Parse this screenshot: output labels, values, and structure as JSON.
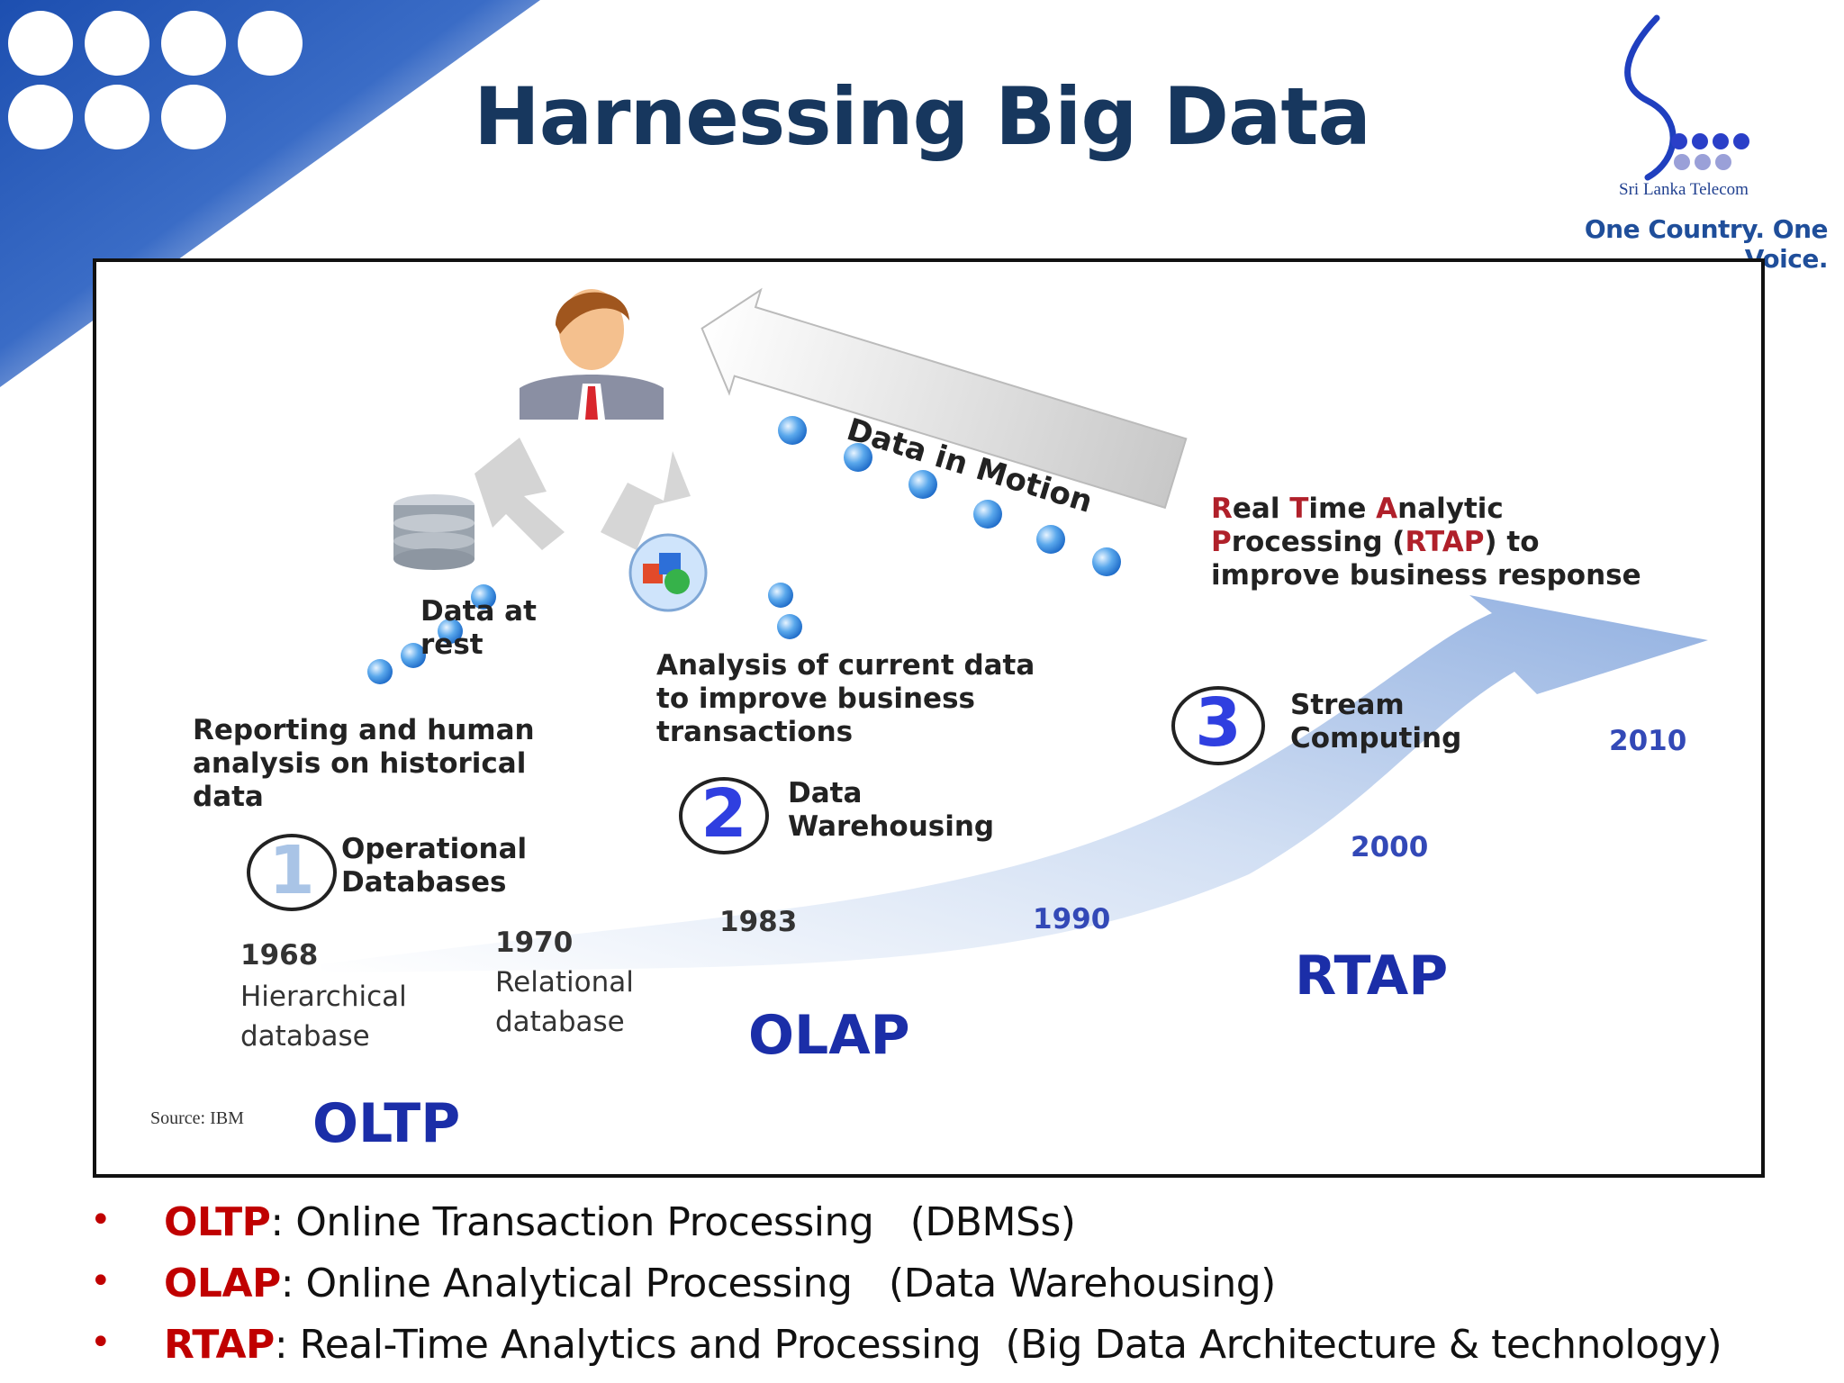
{
  "slide": {
    "title": "Harnessing Big Data"
  },
  "brand": {
    "name": "Sri Lanka Telecom",
    "tagline": "One Country. One Voice.",
    "colors": {
      "primary": "#1f4e9a",
      "dots": "#2a3fc8",
      "dots_light": "#9aa0d8"
    }
  },
  "diagram": {
    "top_label_motion": "Data in Motion",
    "top_label_rest_line1": "Data at",
    "top_label_rest_line2": "rest",
    "rtap_desc": {
      "line1_parts": [
        {
          "text": "R",
          "color": "red"
        },
        {
          "text": "eal ",
          "color": "dark"
        },
        {
          "text": "T",
          "color": "red"
        },
        {
          "text": "ime ",
          "color": "dark"
        },
        {
          "text": "A",
          "color": "red"
        },
        {
          "text": "nalytic",
          "color": "dark"
        }
      ],
      "line2_parts": [
        {
          "text": "P",
          "color": "red"
        },
        {
          "text": "rocessing (",
          "color": "dark"
        },
        {
          "text": "RTAP",
          "color": "red"
        },
        {
          "text": ") to",
          "color": "dark"
        }
      ],
      "line3": "improve business response"
    },
    "reporting": [
      "Reporting and human",
      "analysis on historical",
      "data"
    ],
    "analysis": [
      "Analysis of current data",
      "to improve business",
      "transactions"
    ],
    "steps": [
      {
        "number": "1",
        "label_line1": "Operational",
        "label_line2": "Databases"
      },
      {
        "number": "2",
        "label_line1": "Data",
        "label_line2": "Warehousing"
      },
      {
        "number": "3",
        "label_line1": "Stream",
        "label_line2": "Computing"
      }
    ],
    "years": {
      "y1968": "1968",
      "y1970": "1970",
      "y1983": "1983",
      "y1990": "1990",
      "y2000": "2000",
      "y2010": "2010"
    },
    "db_types": {
      "hier_line1": "Hierarchical",
      "hier_line2": "database",
      "rel_line1": "Relational",
      "rel_line2": "database"
    },
    "eras": {
      "oltp": "OLTP",
      "olap": "OLAP",
      "rtap": "RTAP"
    },
    "source": "Source: IBM"
  },
  "bullets": [
    {
      "term": "OLTP",
      "rest": ": Online Transaction Processing   (DBMSs)"
    },
    {
      "term": "OLAP",
      "rest": ": Online Analytical Processing   (Data Warehousing)"
    },
    {
      "term": "RTAP",
      "rest": ": Real-Time Analytics and Processing  (Big Data Architecture & technology)"
    }
  ]
}
